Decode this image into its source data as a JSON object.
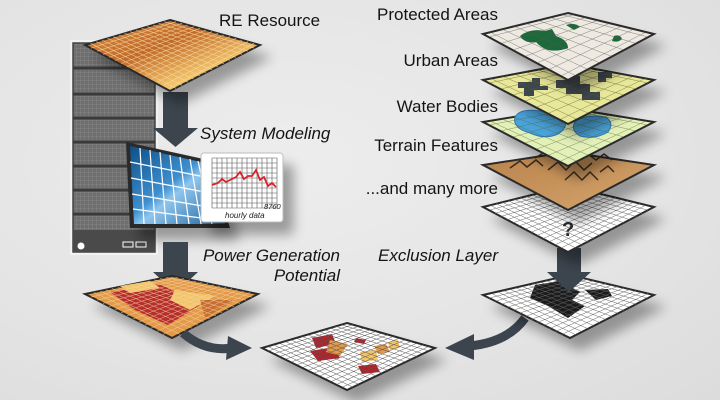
{
  "labels": {
    "re_resource": "RE Resource",
    "system_modeling": "System Modeling",
    "power_generation_line1": "Power Generation",
    "power_generation_line2": "Potential",
    "protected_areas": "Protected Areas",
    "urban_areas": "Urban Areas",
    "water_bodies": "Water Bodies",
    "terrain_features": "Terrain Features",
    "many_more": "...and many more",
    "exclusion_layer": "Exclusion Layer"
  },
  "chart_inset": {
    "caption": "hourly data",
    "max_label": "8760",
    "line_color": "#d9232b"
  },
  "question_mark": "?",
  "colors": {
    "background": "#e6e6e6",
    "arrow": "#3c454e",
    "grid_outline": "#2a2a2a",
    "orange_light": "#f3c56b",
    "orange_mid": "#e39a48",
    "orange_dark": "#c86e30",
    "red": "#b3222a",
    "protected_green": "#1f6b3a",
    "urban_fill": "#e8e89a",
    "water_blue": "#4aa3dc",
    "terrain_brown": "#c7955e",
    "solar_blue": "#1f6ea8"
  }
}
